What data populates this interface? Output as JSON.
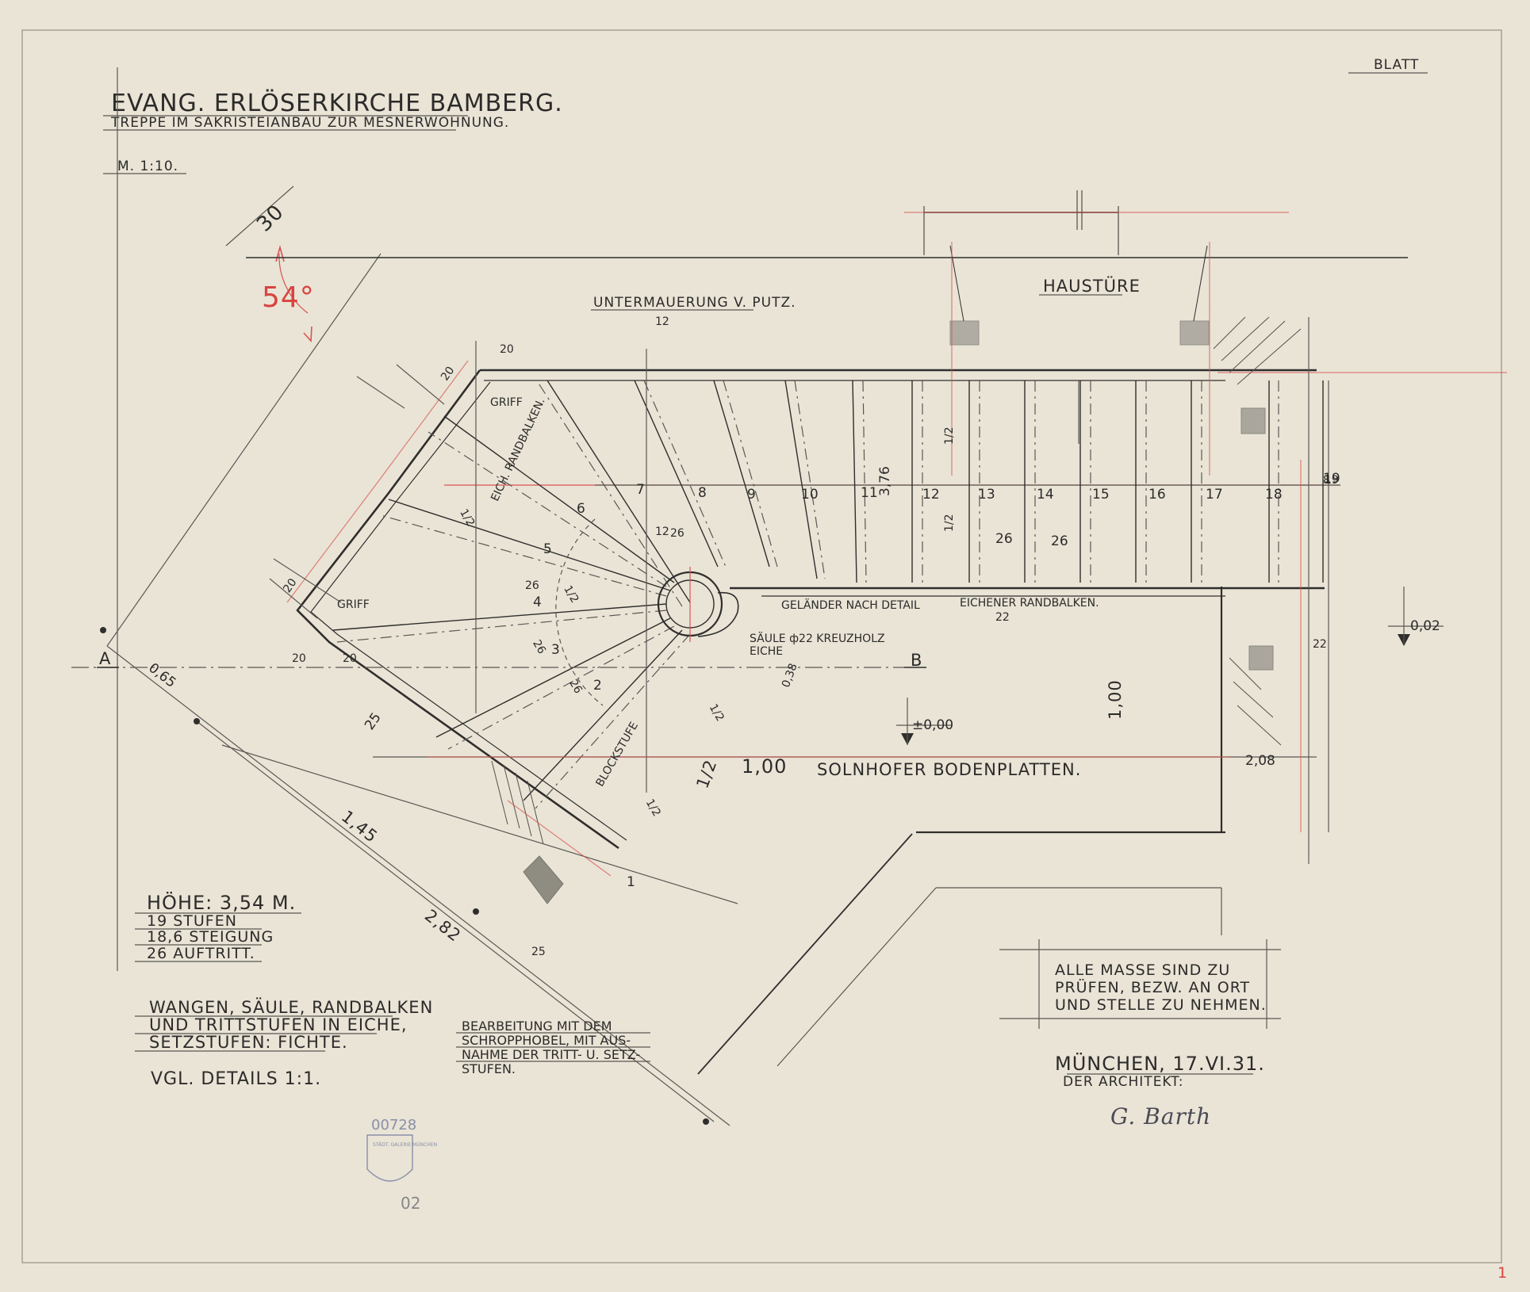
{
  "sheet": {
    "sheet_label": "BLATT",
    "sheet_mark": "1",
    "title": "EVANG. ERLÖSERKIRCHE BAMBERG.",
    "subtitle": "TREPPE IM SAKRISTEIANBAU ZUR MESNERWOHNUNG.",
    "scale": "M. 1:10."
  },
  "annotations": {
    "angle": "54°",
    "angle_dim": "30",
    "plaster": "UNTERMAUERUNG V. PUTZ.",
    "plaster_dim": "12",
    "front_door": "HAUSTÜRE",
    "griff_top": "GRIFF",
    "griff_left": "GRIFF",
    "edge_beam_diag": "EICH. RANDBALKEN.",
    "railing": "GELÄNDER NACH DETAIL",
    "edge_beam": "EICHENER RANDBALKEN.",
    "edge_beam_dim": "22",
    "column": "SÄULE ф22 KREUZHOLZ",
    "column_material": "EICHE",
    "section_a": "A",
    "section_b": "B",
    "level_top": "0,02",
    "level_zero": "±0,00",
    "floor": "SOLNHOFER BODENPLATTEN.",
    "block_step": "BLOCKSTUFE"
  },
  "dimensions": [
    "20",
    "20",
    "20",
    "20",
    "20",
    "25",
    "25",
    "1,45",
    "2,82",
    "0,65",
    "26",
    "26",
    "26",
    "26",
    "26",
    "26",
    "12",
    "1/2",
    "1/2",
    "1/2",
    "1/2",
    "1/2",
    "1/2",
    "1/2",
    "1,00",
    "3,76",
    "1,00",
    "2,08",
    "0,38",
    "22",
    "8",
    "19"
  ],
  "step_numbers": [
    "1",
    "2",
    "3",
    "4",
    "5",
    "6",
    "7",
    "8",
    "9",
    "10",
    "11",
    "12",
    "13",
    "14",
    "15",
    "16",
    "17",
    "18",
    "19"
  ],
  "specs": {
    "height": "HÖHE: 3,54 M.",
    "steps": "19 STUFEN",
    "rise": "18,6 STEIGUNG",
    "tread": "26 AUFTRITT."
  },
  "materials": {
    "line1": "WANGEN, SÄULE, RANDBALKEN",
    "line2": "UND TRITTSTUFEN IN EICHE,",
    "line3": "SETZSTUFEN: FICHTE.",
    "details": "VGL. DETAILS 1:1."
  },
  "processing": {
    "line1": "BEARBEITUNG MIT DEM",
    "line2": "SCHROPPHOBEL, MIT AUS-",
    "line3": "NAHME DER TRITT- U. SETZ-",
    "line4": "STUFEN."
  },
  "notice": {
    "line1": "ALLE MASSE SIND ZU",
    "line2": "PRÜFEN, BEZW. AN ORT",
    "line3": "UND STELLE ZU NEHMEN."
  },
  "signoff": {
    "place_date": "MÜNCHEN, 17.VI.31.",
    "role": "DER ARCHITEKT:",
    "signature": "G. Barth"
  },
  "stamp": {
    "number": "00728",
    "institution": "STÄDT. GALERIE MÜNCHEN",
    "code": "02"
  },
  "colors": {
    "paper": "#e9e4d6",
    "ink": "#2f2e2c",
    "red": "#d9534f",
    "stamp": "#8a8fa8"
  }
}
